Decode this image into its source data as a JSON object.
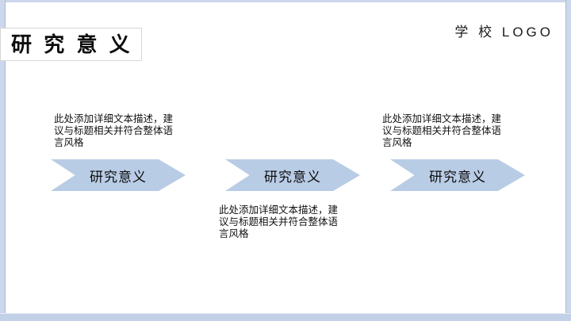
{
  "slide": {
    "title": "研 究 意 义",
    "logo": "学 校 LOGO",
    "colors": {
      "arrow_fill": "#b9cce5",
      "frame": "#cdd7ec",
      "frame_bottom": "#c3d1e8",
      "title_border": "#d6d6d6"
    },
    "sections": [
      {
        "arrow_label": "研究意义",
        "desc_placement": "above-arrow",
        "desc_lines": [
          "此处添加详细文本描述，建",
          "议与标题相关并符合整体语",
          "言风格"
        ]
      },
      {
        "arrow_label": "研究意义",
        "desc_placement": "below-arrow",
        "desc_lines": [
          "此处添加详细文本描述，建",
          "议与标题相关并符合整体语",
          "言风格"
        ]
      },
      {
        "arrow_label": "研究意义",
        "desc_placement": "above-arrow",
        "desc_lines": [
          "此处添加详细文本描述，建",
          "议与标题相关并符合整体语",
          "言风格"
        ]
      }
    ]
  }
}
